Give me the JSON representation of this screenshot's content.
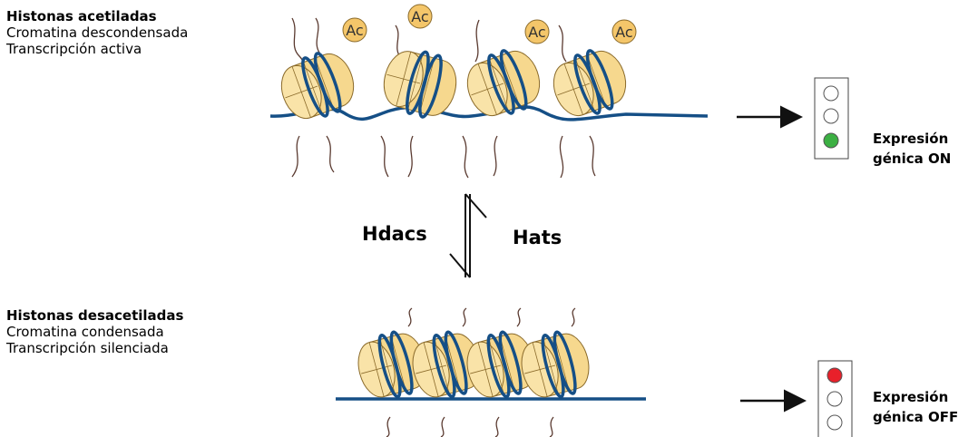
{
  "acetylated": {
    "title": "Histonas acetiladas",
    "line1": "Cromatina descondensada",
    "line2": "Transcripción activa"
  },
  "deacetylated": {
    "title": "Histonas desacetiladas",
    "line1": "Cromatina condensada",
    "line2": "Transcripción silenciada"
  },
  "enzymes": {
    "left": "Hdacs",
    "right": "Hats"
  },
  "acetyl_group_label": "Ac",
  "expression_on": {
    "line1": "Expresión",
    "line2": "génica ON"
  },
  "expression_off": {
    "line1": "Expresión",
    "line2": "génica OFF"
  },
  "colors": {
    "dna": "#154f86",
    "histone_fill": "#f6d88e",
    "histone_stroke": "#8a6a2a",
    "tail": "#5a3a30",
    "acetyl_fill": "#f4c66a",
    "light_green": "#3cb043",
    "light_red": "#e8202a"
  },
  "icons": [
    "nucleosome-icon",
    "acetyl-group-icon",
    "traffic-light-icon",
    "arrow-icon",
    "equilibrium-arrows-icon"
  ]
}
